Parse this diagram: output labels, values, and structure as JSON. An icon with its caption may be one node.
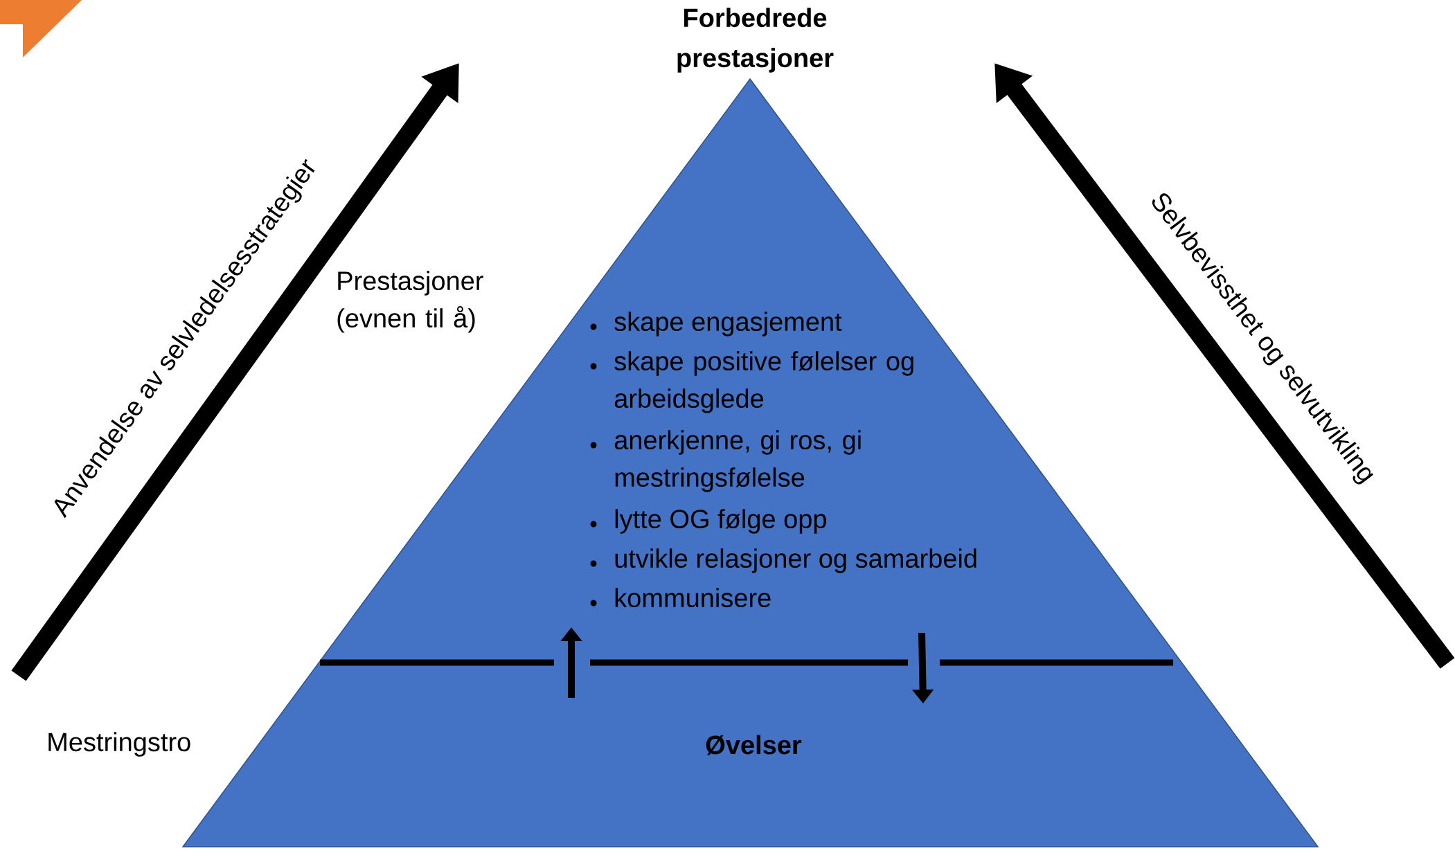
{
  "diagram": {
    "nodes": [
      {
        "text": [
          "Forbedrede prestasjoner",
          "skape engasjement",
          "skape positive følelser og arbeidsglede",
          "anerkjenne, gi ros, gi mestringsfølelse",
          "lytte OG følge opp",
          "utvikle relasjoner og samarbeid",
          "kommunisere",
          "Øvelser"
        ]
      }
    ],
    "labels": [
      "Anvendelse av selvledelsesstrategier",
      "Prestasjoner (evnen til å)",
      "Selvbevissthet og selvutvikling",
      "Mestringstro"
    ]
  }
}
